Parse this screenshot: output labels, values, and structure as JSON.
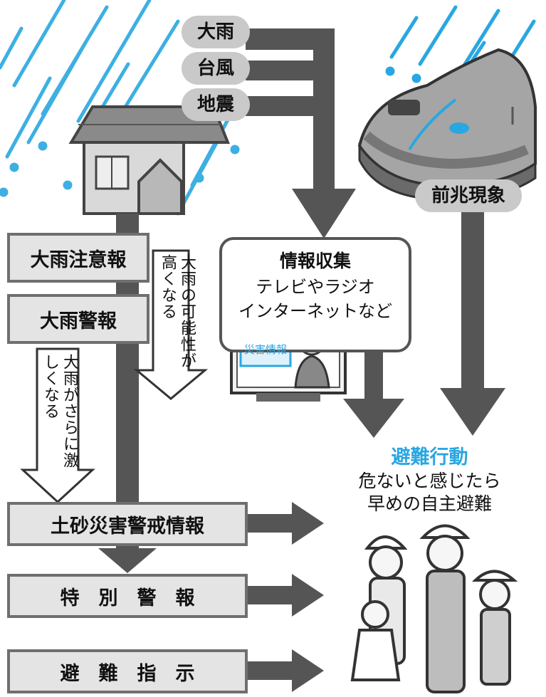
{
  "hazards": [
    "大雨",
    "台風",
    "地震"
  ],
  "precursor_label": "前兆現象",
  "info_collection": {
    "title": "情報収集",
    "lines": [
      "テレビやラジオ",
      "インターネットなど"
    ],
    "tv_screen_label": "災害情報"
  },
  "warnings": {
    "advisory": "大雨注意報",
    "warning": "大雨警報",
    "sediment_alert": "土砂災害警戒情報",
    "special_warning": "特　別　警　報",
    "evacuation_order": "避　難　指　示"
  },
  "arrow_notes": {
    "possibility_rises": "大雨の可能性が高くなる",
    "rain_intensifies": "大雨がさらに激しくなる"
  },
  "evacuation": {
    "title": "避難行動",
    "lines": [
      "危ないと感じたら",
      "早めの自主避難"
    ]
  },
  "colors": {
    "arrow": "#555555",
    "box_fill": "#e4e4e4",
    "box_border": "#6f6f6f",
    "accent": "#29a7e1",
    "rain": "#29a7e1"
  }
}
